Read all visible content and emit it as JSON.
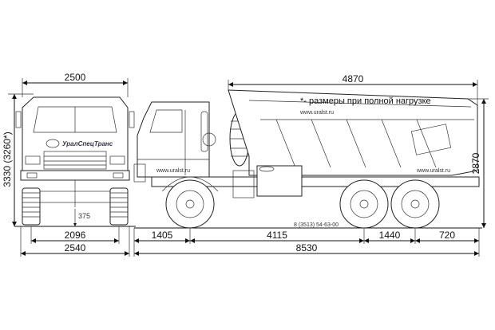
{
  "dimensions": {
    "front_width_top": "2500",
    "overall_height": "3330 (3260*)",
    "clearance": "375",
    "front_track": "2096",
    "overall_width": "2540",
    "body_length": "4870",
    "body_height": "2870",
    "front_overhang": "1405",
    "wheelbase_1": "4115",
    "wheelbase_2": "1440",
    "rear_overhang": "720",
    "overall_length": "8530"
  },
  "notes": {
    "loaded_note": "*- размеры при полной нагрузке",
    "website_1": "www.uralst.ru",
    "website_2": "www.uralst.ru",
    "website_3": "www.uralst.ru",
    "phone": "8 (3513) 54-63-00",
    "brand": "УралСпецТранс"
  }
}
